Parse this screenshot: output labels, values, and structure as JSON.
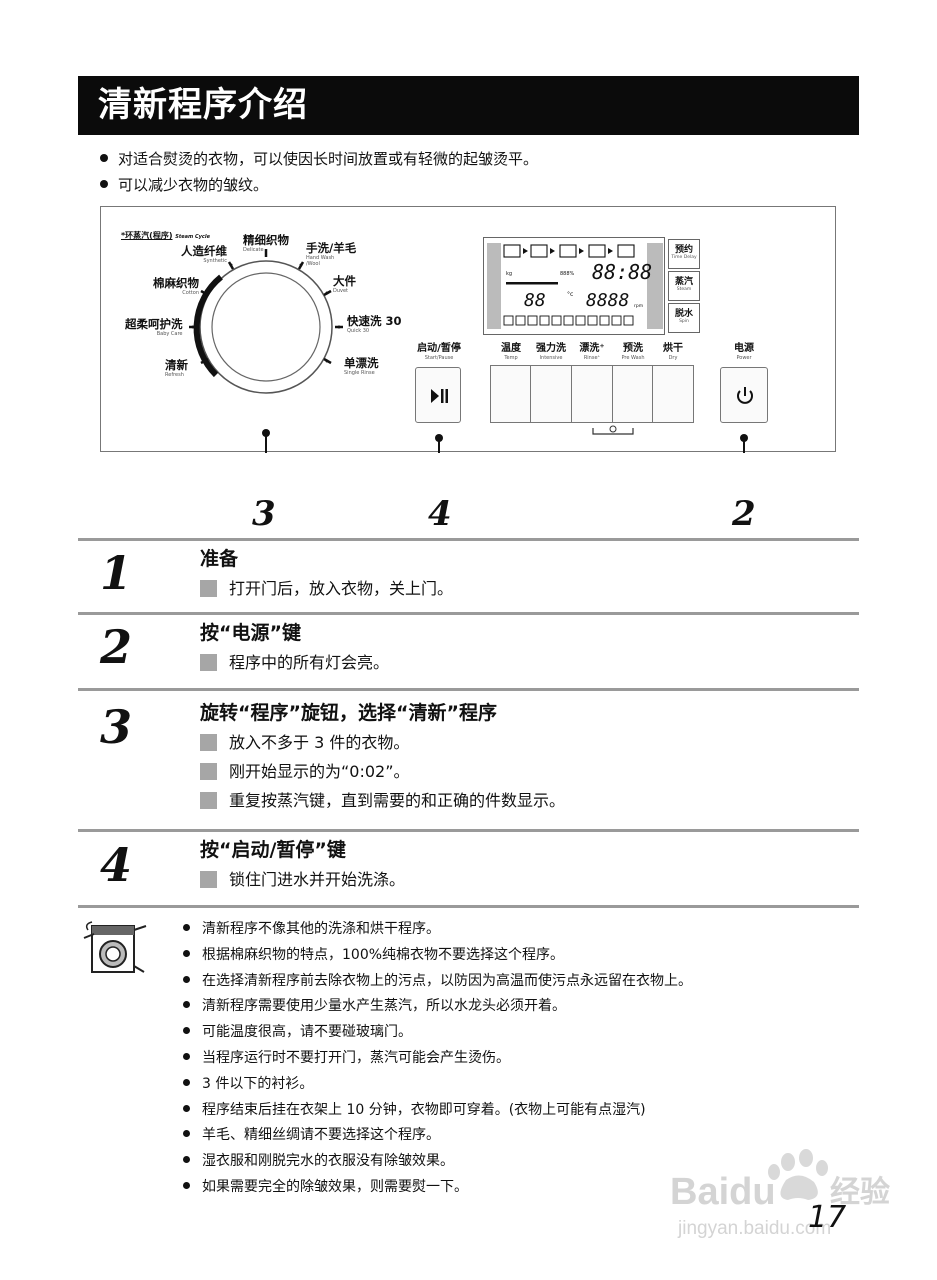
{
  "header": {
    "title": "清新程序介绍"
  },
  "intro": [
    "对适合熨烫的衣物，可以使因长时间放置或有轻微的起皱烫平。",
    "可以减少衣物的皱纹。"
  ],
  "panel": {
    "steam_cycle": {
      "label": "*环蒸汽(程序)",
      "sub": "Steam Cycle"
    },
    "programs": [
      {
        "label": "精细织物",
        "sub": "Delicate"
      },
      {
        "label": "人造纤维",
        "sub": "Synthetic"
      },
      {
        "label": "手洗/羊毛",
        "sub": "Hand Wash /Wool"
      },
      {
        "label": "棉麻织物",
        "sub": "Cotton"
      },
      {
        "label": "大件",
        "sub": "Duvet"
      },
      {
        "label": "超柔呵护洗",
        "sub": "Baby Care"
      },
      {
        "label": "快速洗 30",
        "sub": "Quick 30"
      },
      {
        "label": "清新",
        "sub": "Refresh"
      },
      {
        "label": "单漂洗",
        "sub": "Single Rinse"
      }
    ],
    "start_pause": {
      "label": "启动/暂停",
      "sub": "Start/Pause"
    },
    "options": [
      {
        "label": "温度",
        "sub": "Temp"
      },
      {
        "label": "强力洗",
        "sub": "Intensive"
      },
      {
        "label": "漂洗⁺",
        "sub": "Rinse⁺"
      },
      {
        "label": "预洗",
        "sub": "Pre Wash"
      },
      {
        "label": "烘干",
        "sub": "Dry"
      }
    ],
    "side_buttons": [
      {
        "label": "预约",
        "sub": "Time Delay"
      },
      {
        "label": "蒸汽",
        "sub": "Steam"
      },
      {
        "label": "脱水",
        "sub": "Spin"
      }
    ],
    "power": {
      "label": "电源",
      "sub": "Power"
    },
    "lcd": {
      "time": "88:88",
      "temp": "88",
      "temp_unit": "°c",
      "spin": "8888",
      "spin_unit": "rpm",
      "kg": "kg",
      "percent": "888%"
    },
    "callouts": [
      "3",
      "4",
      "2"
    ]
  },
  "steps": [
    {
      "num": "1",
      "title": "准备",
      "items": [
        "打开门后，放入衣物，关上门。"
      ]
    },
    {
      "num": "2",
      "title": "按“电源”键",
      "items": [
        "程序中的所有灯会亮。"
      ]
    },
    {
      "num": "3",
      "title": "旋转“程序”旋钮，选择“清新”程序",
      "items": [
        "放入不多于 3 件的衣物。",
        "刚开始显示的为“0:02”。",
        "重复按蒸汽键，直到需要的和正确的件数显示。"
      ]
    },
    {
      "num": "4",
      "title": "按“启动/暂停”键",
      "items": [
        "锁住门进水并开始洗涤。"
      ]
    }
  ],
  "notes": [
    "清新程序不像其他的洗涤和烘干程序。",
    "根据棉麻织物的特点，100%纯棉衣物不要选择这个程序。",
    "在选择清新程序前去除衣物上的污点，以防因为高温而使污点永远留在衣物上。",
    "清新程序需要使用少量水产生蒸汽，所以水龙头必须开着。",
    "可能温度很高，请不要碰玻璃门。",
    "当程序运行时不要打开门，蒸汽可能会产生烫伤。",
    "3 件以下的衬衫。",
    "程序结束后挂在衣架上 10 分钟，衣物即可穿着。(衣物上可能有点湿汽)",
    "羊毛、精细丝绸请不要选择这个程序。",
    "湿衣服和刚脱完水的衣服没有除皱效果。",
    "如果需要完全的除皱效果，则需要熨一下。"
  ],
  "page_number": "17",
  "watermark": {
    "brand": "Baidu",
    "brand2": "经验",
    "url": "jingyan.baidu.com"
  }
}
